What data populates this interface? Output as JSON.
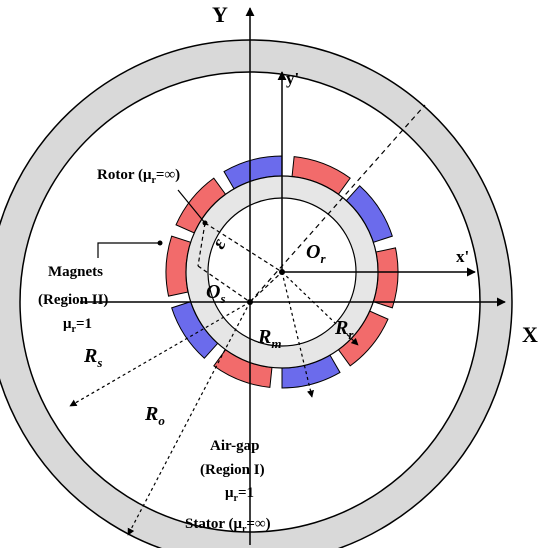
{
  "axes": {
    "Y": "Y",
    "X": "X",
    "y_prime": "y'",
    "x_prime": "x'"
  },
  "labels": {
    "rotor": "Rotor (μ",
    "rotor_sub": "r",
    "rotor_eq": "=∞)",
    "magnets": "Magnets",
    "magnets_region": "(Region II)",
    "magnets_mu": "μ",
    "magnets_mu_sub": "r",
    "magnets_mu_eq": "=1",
    "airgap": "Air-gap",
    "airgap_region": "(Region I)",
    "airgap_mu": "μ",
    "airgap_mu_sub": "r",
    "airgap_mu_eq": "=1",
    "stator": "Stator (μ",
    "stator_sub": "r",
    "stator_eq": "=∞)"
  },
  "symbols": {
    "Or": "O",
    "Or_sub": "r",
    "Os": "O",
    "Os_sub": "s",
    "Rm": "R",
    "Rm_sub": "m",
    "Rr": "R",
    "Rr_sub": "r",
    "Rs": "R",
    "Rs_sub": "s",
    "Ro": "R",
    "Ro_sub": "o",
    "epsilon": "ε"
  },
  "colors": {
    "stator": "#d9d9d9",
    "rotor": "#e6e6e6",
    "magnet_red": "#f26b6b",
    "magnet_blue": "#6b6bec",
    "line": "#000000"
  }
}
